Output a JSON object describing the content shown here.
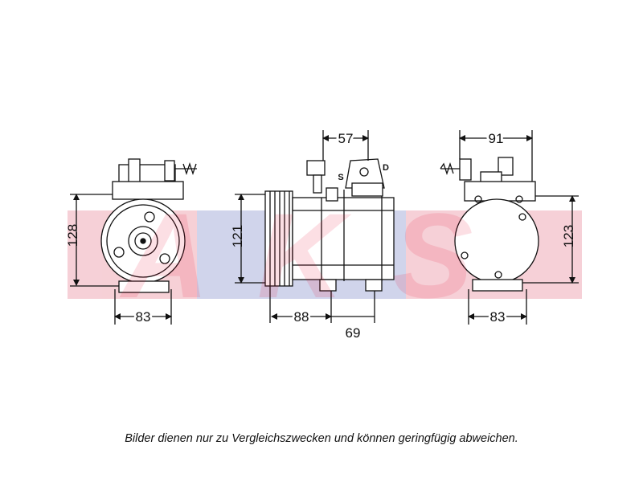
{
  "watermark": {
    "text": "AKS",
    "color_red": "#e8002a",
    "color_blue": "#2a3aa8"
  },
  "views": {
    "front": {
      "height_dim": "128",
      "width_dim": "83"
    },
    "side": {
      "height_dim": "121",
      "depth_dim": "88",
      "depth_dim_2": "69",
      "top_dim": "57",
      "label_suction": "S",
      "label_discharge": "D"
    },
    "rear": {
      "height_dim": "123",
      "width_dim": "83",
      "top_dim": "91"
    }
  },
  "caption": "Bilder dienen nur zu Vergleichszwecken und können geringfügig abweichen."
}
